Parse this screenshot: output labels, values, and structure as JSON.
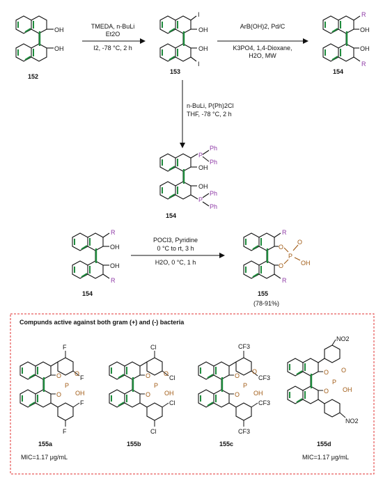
{
  "compounds": {
    "c152": "152",
    "c153": "153",
    "c154_top": "154",
    "c154_mid": "154",
    "c154_left": "154",
    "c155": "155",
    "c155_yield": "(78-91%)",
    "c155a": "155a",
    "c155b": "155b",
    "c155c": "155c",
    "c155d": "155d"
  },
  "atoms": {
    "oh": "OH",
    "i": "I",
    "r": "R",
    "ph": "Ph",
    "p": "P",
    "o": "O",
    "f": "F",
    "cl": "Cl",
    "cf3": "CF3",
    "no2": "NO2"
  },
  "reactions": {
    "step1_line1": "TMEDA, n-BuLi",
    "step1_line2": "Et2O",
    "step1_line3": "I2, -78 °C, 2 h",
    "step2_line1": "ArB(OH)2, Pd/C",
    "step2_line2": "K3PO4, 1,4-Dioxane,",
    "step2_line3": "H2O, MW",
    "step3_line1": "n-BuLi, P(Ph)2Cl",
    "step3_line2": "THF, -78 °C, 2 h",
    "step4_line1": "POCl3, Pyridine",
    "step4_line2": "0 °C to rt, 3 h",
    "step4_line3": "H2O, 0 °C, 1 h"
  },
  "panel": {
    "title": "Compunds active against both gram (+) and (-) bacteria",
    "mic_a": "MIC=1.17 μg/mL",
    "mic_d": "MIC=1.17 μg/mL"
  },
  "colors": {
    "bond_green": "#1e8a3c",
    "substituent_purple": "#8e3aa6",
    "phosphate_brown": "#a05a14",
    "panel_border": "#e03030"
  }
}
